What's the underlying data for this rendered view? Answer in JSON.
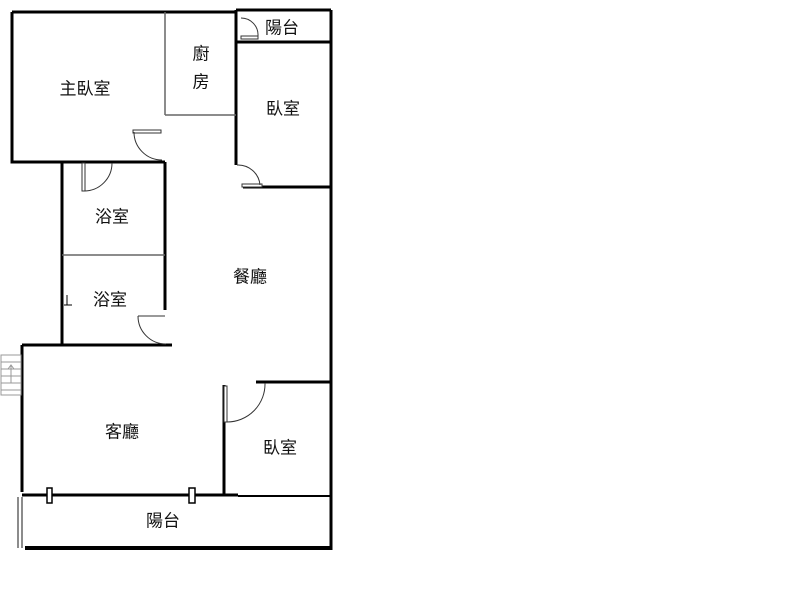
{
  "rooms": {
    "master_bedroom": "主臥室",
    "kitchen_line1": "廚",
    "kitchen_line2": "房",
    "balcony_top": "陽台",
    "bedroom_top": "臥室",
    "bathroom_1": "浴室",
    "bathroom_2": "浴室",
    "dining_room": "餐廳",
    "living_room": "客廳",
    "bedroom_bottom": "臥室",
    "balcony_bottom": "陽台"
  },
  "colors": {
    "wall": "#000000",
    "thin_wall": "#555555"
  }
}
